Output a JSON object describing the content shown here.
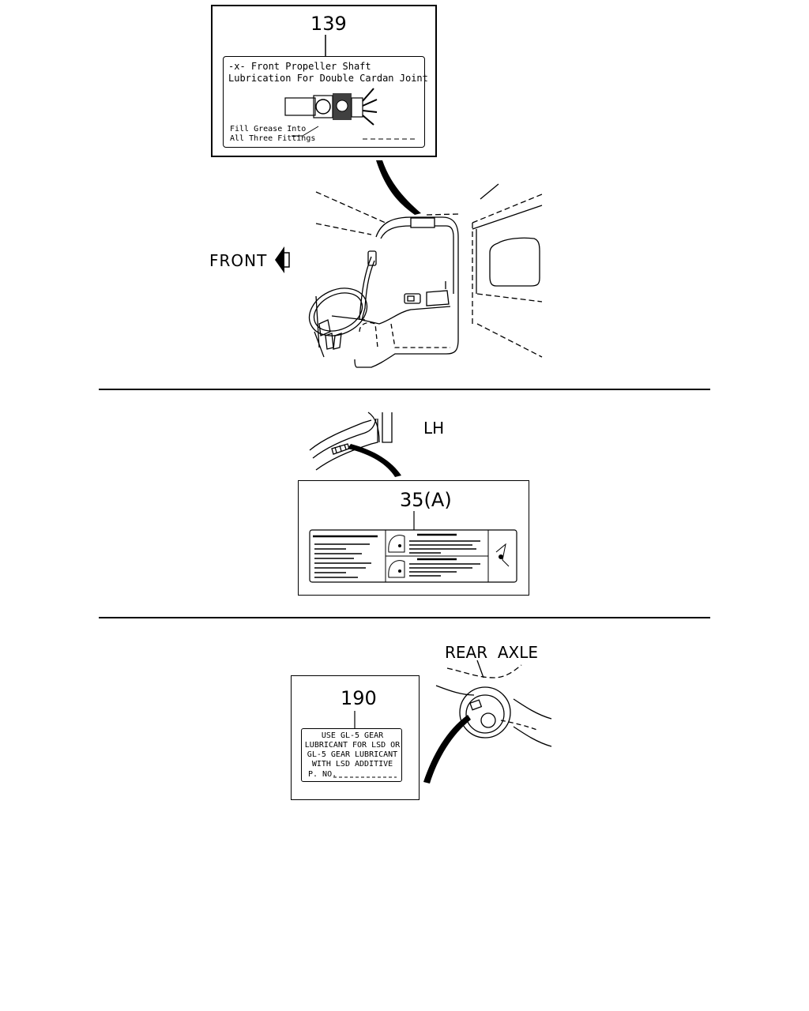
{
  "section1": {
    "callout": "139",
    "label_line1": "-x- Front Propeller Shaft",
    "label_line2": "Lubrication For Double Cardan Joint",
    "label_note1": "Fill Grease Into",
    "label_note2": "All Three Fittings",
    "direction": "FRONT"
  },
  "section2": {
    "side": "LH",
    "callout": "35(A)"
  },
  "section3": {
    "location": "REAR  AXLE",
    "callout": "190",
    "label_lines": [
      "USE GL-5 GEAR",
      "LUBRICANT FOR LSD OR",
      "GL-5 GEAR LUBRICANT",
      "WITH LSD ADDITIVE"
    ],
    "part_no_label": "P. NO."
  }
}
